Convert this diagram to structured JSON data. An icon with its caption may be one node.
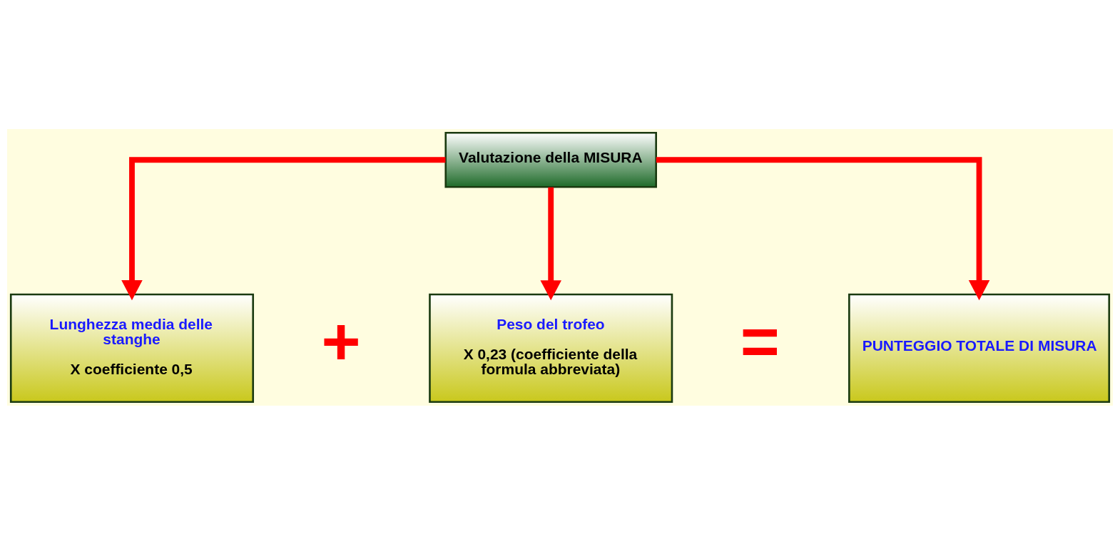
{
  "diagram": {
    "nodes": [
      {
        "text": [
          "Valutazione della MISURA"
        ]
      },
      {
        "text": [
          "Lunghezza media delle stanghe",
          "X coefficiente 0,5"
        ]
      },
      {
        "text": [
          "Peso del trofeo",
          "X 0,23 (coefficiente della formula abbreviata)"
        ]
      },
      {
        "text": [
          "PUNTEGGIO TOTALE DI MISURA"
        ]
      }
    ],
    "edges": [
      {
        "from": 0,
        "to": 1,
        "arrow": "to"
      },
      {
        "from": 0,
        "to": 2,
        "arrow": "to"
      },
      {
        "from": 0,
        "to": 3,
        "arrow": "to"
      }
    ],
    "labels": [
      "+",
      "="
    ]
  }
}
